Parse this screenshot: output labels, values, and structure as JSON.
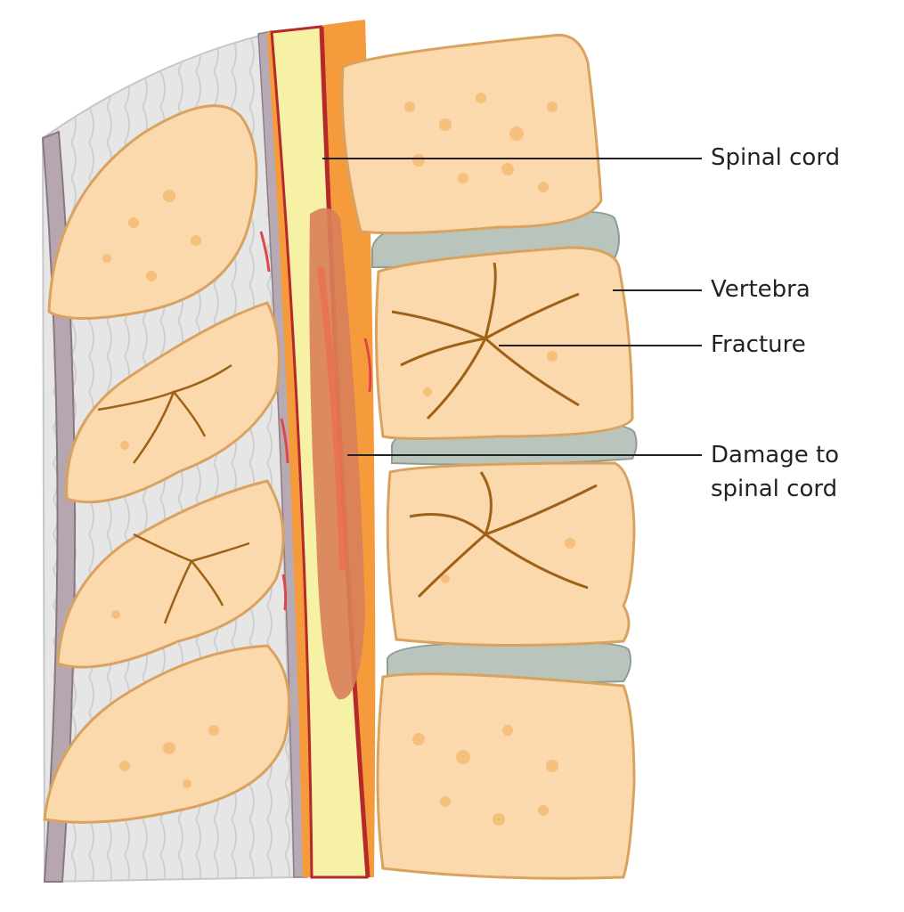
{
  "labels": {
    "spinal_cord": "Spinal cord",
    "vertebra": "Vertebra",
    "fracture": "Fracture",
    "damage_line1": "Damage to",
    "damage_line2": "spinal cord"
  },
  "colors": {
    "bone_fill": "#fbd9ad",
    "bone_outline": "#d9a35f",
    "bone_spots": "#f5bf7c",
    "fracture_lines": "#9e6118",
    "spinal_cord": "#f5f0a0",
    "dura_orange": "#f59b3c",
    "vessel_red": "#b5282c",
    "injury": "#d9805a",
    "disc": "#b9c4bd",
    "muscle_gray": "#e3e3e3",
    "leader_line": "#222222"
  }
}
